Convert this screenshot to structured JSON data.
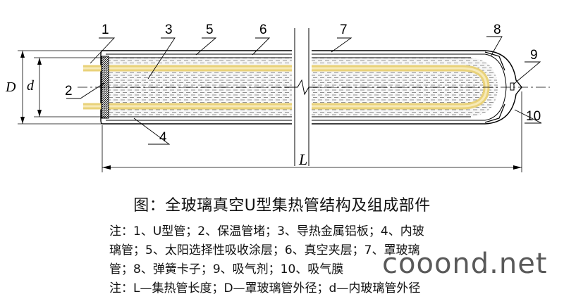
{
  "diagram": {
    "labels": [
      "1",
      "2",
      "3",
      "4",
      "5",
      "6",
      "7",
      "8",
      "9",
      "10"
    ],
    "dim_D": "D",
    "dim_d": "d",
    "dim_L": "L"
  },
  "caption": "图：全玻璃真空U型集热管结构及组成部件",
  "notes": [
    "注：1、U型管；2、保温管堵；3、导热金属铝板；4、内玻",
    "璃管；5、太阳选择性吸收涂层；6、真空夹层；7、罩玻璃",
    "管；8、弹簧卡子；9、吸气剂；10、吸气膜",
    "注：L—集热管长度；D—罩玻璃管外径；d—内玻璃管外径"
  ],
  "watermark": "cooond.net"
}
